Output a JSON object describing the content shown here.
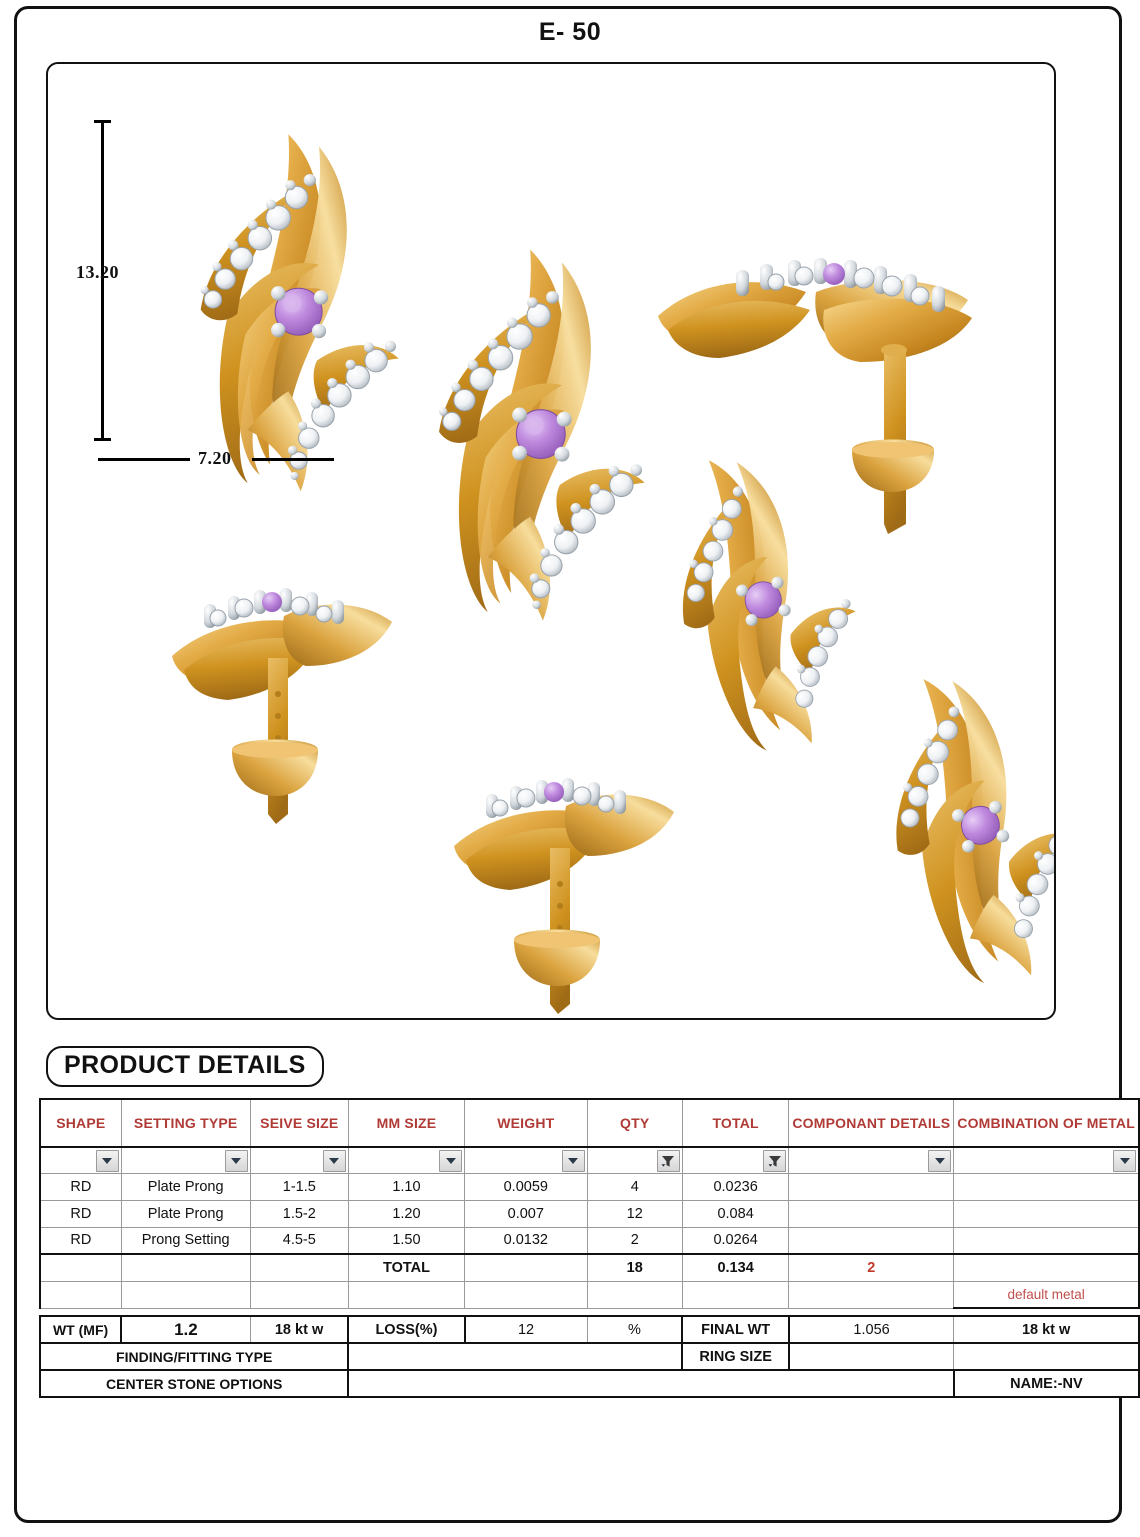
{
  "document": {
    "title": "E- 50",
    "product_details_label": "PRODUCT DETAILS"
  },
  "dimensions": {
    "height": "13.20",
    "width": "7.20"
  },
  "product_image": {
    "description": "gold-earring-views",
    "views": [
      "front-view-with-dimensions",
      "front-view-enlarged",
      "side-view-with-post-top-right",
      "bottom-view-with-post-left",
      "bottom-view-with-post-center",
      "angled-view-right-middle",
      "angled-view-right-bottom"
    ],
    "colors": {
      "gold": "#d99b33",
      "gold_light": "#f4cf7a",
      "gold_dark": "#a8701c",
      "diamond": "#f2f4f6",
      "diamond_shadow": "#b9c1c8",
      "center_stone": "#b47fd4",
      "center_stone_light": "#d9b8ee",
      "metal_prong": "#dfe3e6"
    }
  },
  "table": {
    "headers": [
      "SHAPE",
      "SETTING  TYPE",
      "SEIVE SIZE",
      "MM SIZE",
      "WEIGHT",
      "QTY",
      "TOTAL",
      "COMPONANT DETAILS",
      "COMBINATION OF METAL"
    ],
    "filter_icons": [
      "chevron-down",
      "chevron-down",
      "chevron-down",
      "chevron-down",
      "chevron-down",
      "funnel-filtered",
      "funnel-filtered",
      "chevron-down",
      "chevron-down"
    ],
    "rows": [
      {
        "shape": "RD",
        "setting_type": "Plate Prong",
        "seive_size": "1-1.5",
        "mm_size": "1.10",
        "weight": "0.0059",
        "qty": "4",
        "total": "0.0236",
        "componant_details": "",
        "combination_of_metal": ""
      },
      {
        "shape": "RD",
        "setting_type": "Plate Prong",
        "seive_size": "1.5-2",
        "mm_size": "1.20",
        "weight": "0.007",
        "qty": "12",
        "total": "0.084",
        "componant_details": "",
        "combination_of_metal": ""
      },
      {
        "shape": "RD",
        "setting_type": "Prong Setting",
        "seive_size": "4.5-5",
        "mm_size": "1.50",
        "weight": "0.0132",
        "qty": "2",
        "total": "0.0264",
        "componant_details": "",
        "combination_of_metal": ""
      }
    ],
    "total_row": {
      "label": "TOTAL",
      "qty": "18",
      "total": "0.134",
      "componant_details": "2"
    },
    "default_metal_row": {
      "combination_of_metal": "default metal"
    },
    "summary_row": {
      "wt_mf_label": "WT (MF)",
      "wt_mf_value": "1.2",
      "metal": "18 kt w",
      "loss_label": "LOSS(%)",
      "loss_value": "12",
      "loss_unit": "%",
      "final_wt_label": "FINAL WT",
      "final_wt_value": "1.056",
      "final_metal": "18 kt w"
    },
    "finding_row": {
      "label": "FINDING/FITTING TYPE",
      "value": "",
      "ring_size_label": "RING SIZE",
      "ring_size_value": ""
    },
    "center_stone_row": {
      "label": "CENTER STONE OPTIONS",
      "value": "",
      "name": "NAME:-NV"
    }
  },
  "colors": {
    "header_text": "#b03a36",
    "accent_red": "#c0392b",
    "border": "#111111",
    "grid": "#9a9a9a"
  }
}
